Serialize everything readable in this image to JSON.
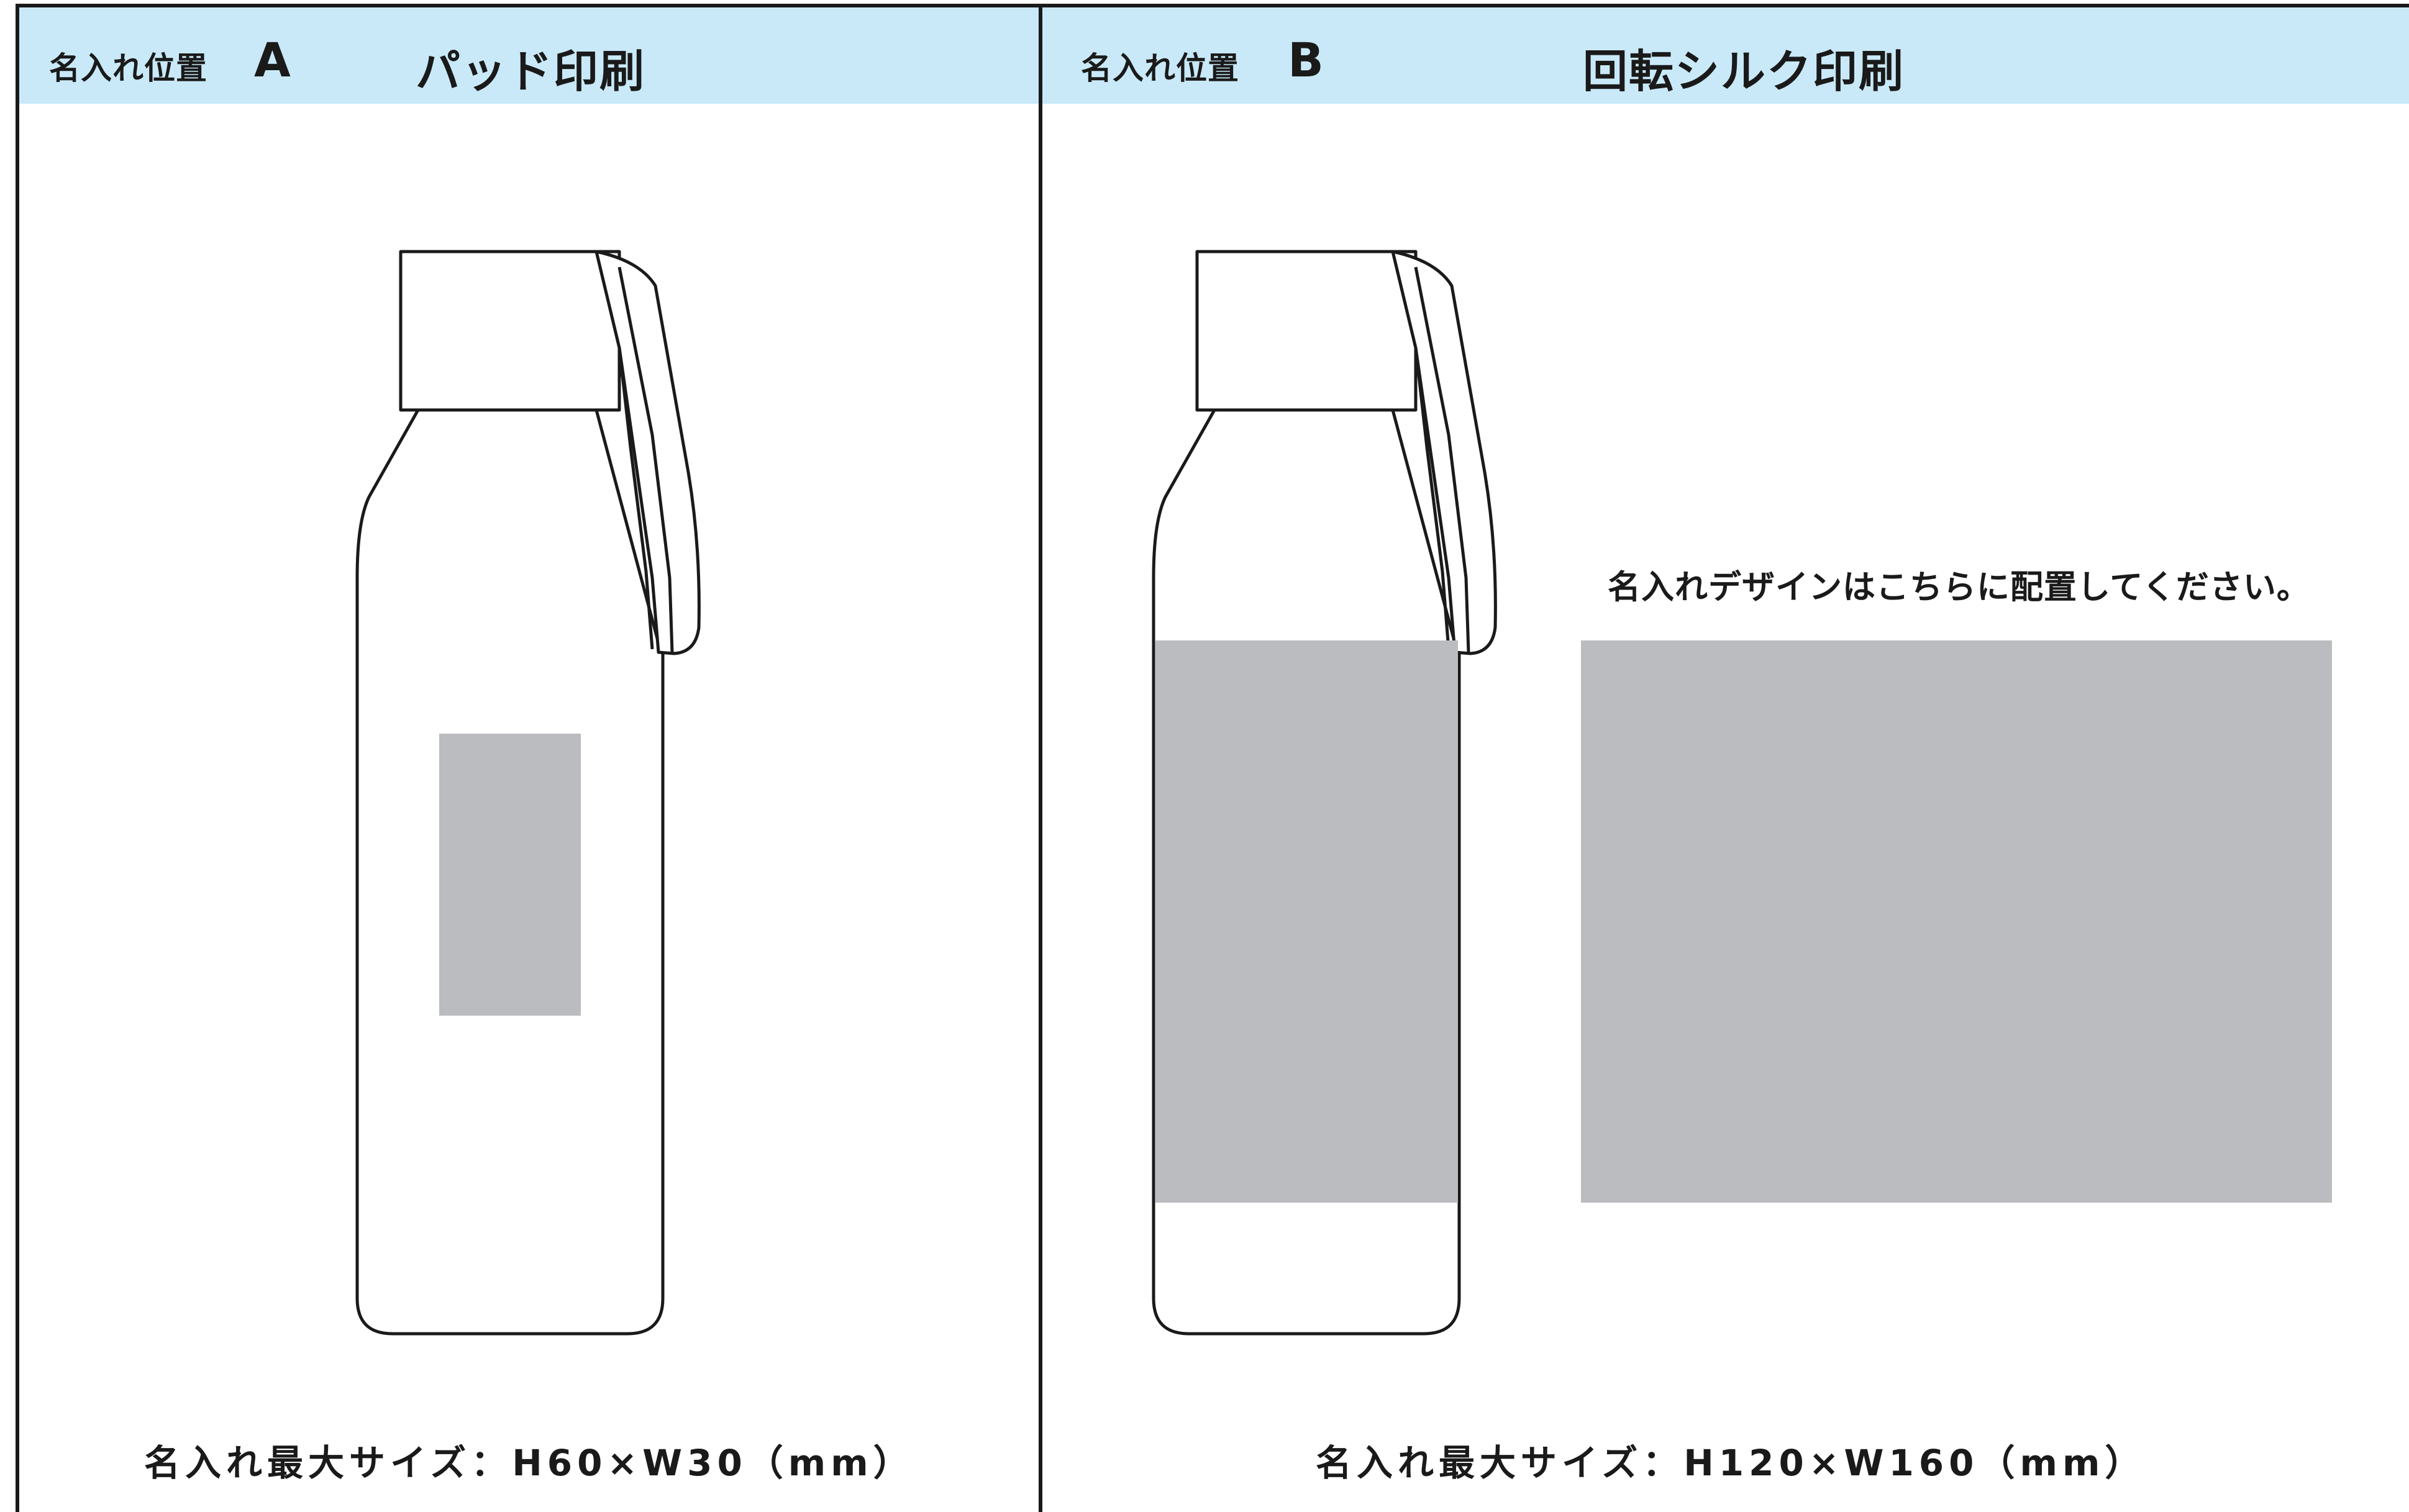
{
  "colors": {
    "header_bg": "#c9e9f8",
    "print_area": "#bbbcbf",
    "line": "#1a1a1a"
  },
  "panel_a": {
    "position_label": "名入れ位置",
    "position_code": "A",
    "method": "パッド印刷",
    "max_size_caption": "名入れ最大サイズ：H60×W30（mm）"
  },
  "panel_b": {
    "position_label": "名入れ位置",
    "position_code": "B",
    "method": "回転シルク印刷",
    "design_note": "名入れデザインはこちらに配置してください。",
    "max_size_caption": "名入れ最大サイズ：H120×W160（mm）"
  }
}
